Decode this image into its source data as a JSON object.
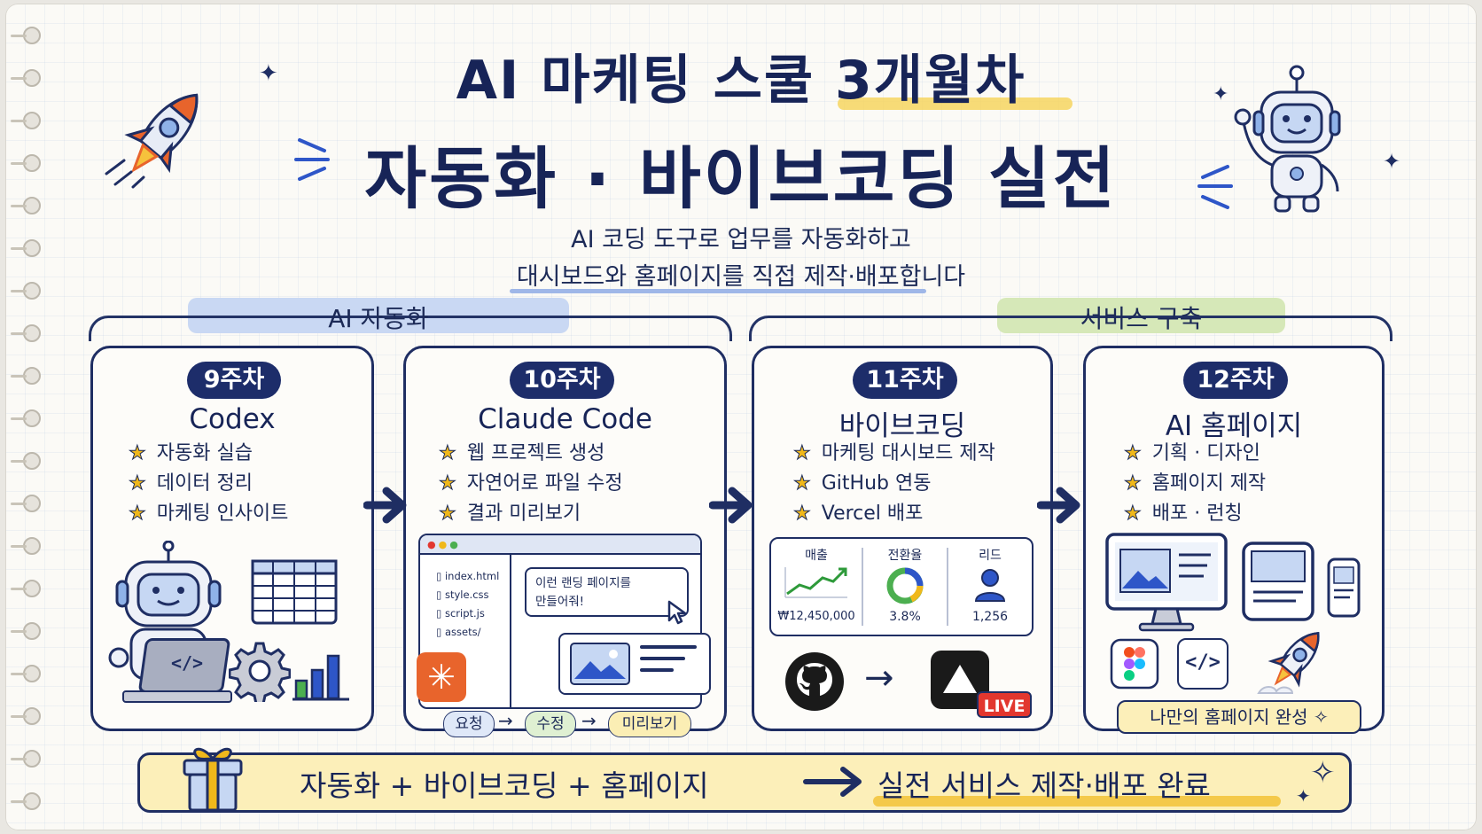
{
  "header": {
    "title_line1": "AI 마케팅 스쿨 3개월차",
    "title_line2": "자동화 · 바이브코딩 실전",
    "subtitle_line1": "AI 코딩 도구로 업무를 자동화하고",
    "subtitle_line2": "대시보드와 홈페이지를 직접 제작·배포합니다"
  },
  "groups": {
    "left": "AI 자동화",
    "right": "서비스 구축"
  },
  "weeks": [
    {
      "badge": "9주차",
      "title": "Codex",
      "items": [
        "자동화 실습",
        "데이터 정리",
        "마케팅 인사이트"
      ]
    },
    {
      "badge": "10주차",
      "title": "Claude Code",
      "items": [
        "웹 프로젝트 생성",
        "자연어로 파일 수정",
        "결과 미리보기"
      ]
    },
    {
      "badge": "11주차",
      "title": "바이브코딩",
      "items": [
        "마케팅 대시보드 제작",
        "GitHub 연동",
        "Vercel 배포"
      ]
    },
    {
      "badge": "12주차",
      "title": "AI 홈페이지",
      "items": [
        "기획 · 디자인",
        "홈페이지 제작",
        "배포 · 런칭"
      ]
    }
  ],
  "week10_illustration": {
    "files": [
      "index.html",
      "style.css",
      "script.js",
      "assets/"
    ],
    "prompt_line1": "이런 랜딩 페이지를",
    "prompt_line2": "만들어줘!",
    "flow": [
      "요청",
      "수정",
      "미리보기"
    ]
  },
  "week11_illustration": {
    "metrics": [
      {
        "label": "매출",
        "value": "₩12,450,000"
      },
      {
        "label": "전환율",
        "value": "3.8%"
      },
      {
        "label": "리드",
        "value": "1,256"
      }
    ],
    "live_badge": "LIVE"
  },
  "week12_illustration": {
    "completion_badge": "나만의 홈페이지 완성",
    "code_glyph": "</>"
  },
  "week9_illustration": {
    "code_glyph": "</>"
  },
  "footer": {
    "left": "자동화 + 바이브코딩 + 홈페이지",
    "right": "실전 서비스 제작·배포 완료"
  },
  "colors": {
    "navy": "#1d2d6a",
    "star_yellow": "#f0b81b",
    "highlight_yellow": "#f6d560",
    "highlight_blue": "#c9d8f3",
    "highlight_green": "#d6e8b8",
    "claude_orange": "#e8642c",
    "live_red": "#e2372f"
  }
}
